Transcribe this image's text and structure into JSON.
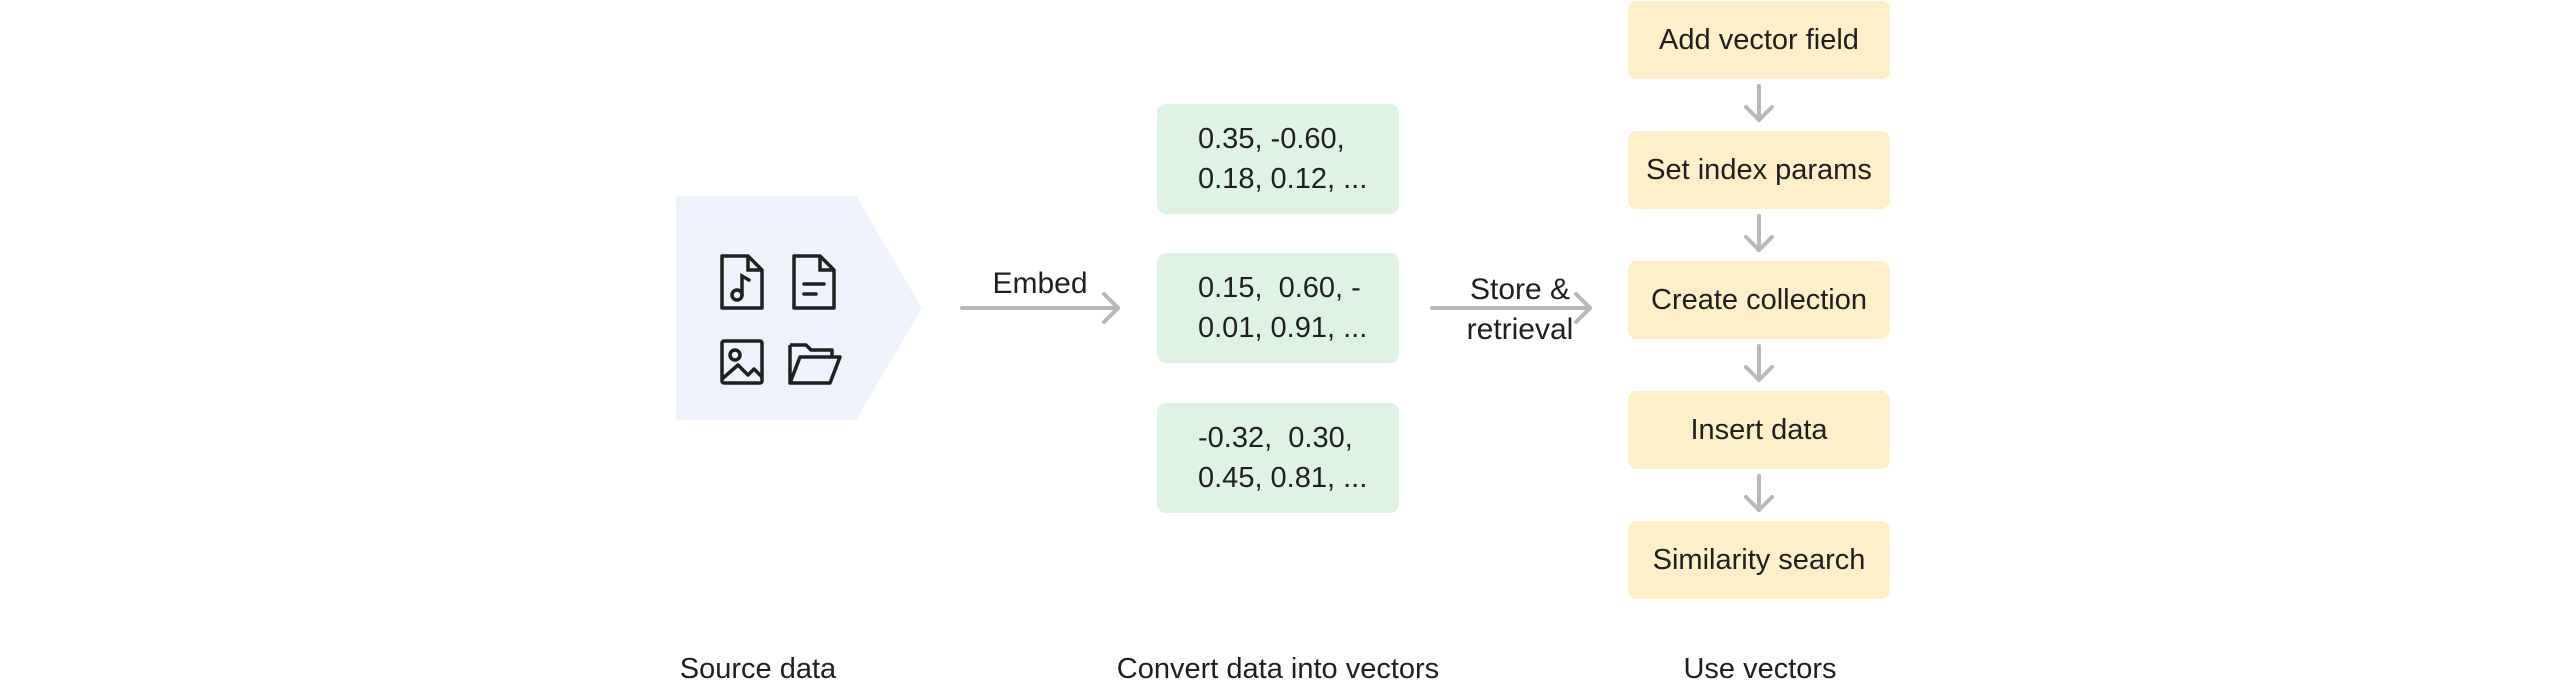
{
  "colors": {
    "source_fill": "#eef2fb",
    "vector_fill": "#dff3e4",
    "step_fill": "#fdefc8",
    "arrow": "#b8b8b8",
    "text": "#1f1f1f"
  },
  "source": {
    "icons": [
      "music-file-icon",
      "text-file-icon",
      "image-file-icon",
      "folder-icon"
    ]
  },
  "arrows": {
    "embed_label": "Embed",
    "store_label_line1": "Store &",
    "store_label_line2": "retrieval"
  },
  "vectors": [
    {
      "line1": "0.35, -0.60,",
      "line2": "0.18, 0.12, ..."
    },
    {
      "line1": "0.15,  0.60, -",
      "line2": "0.01, 0.91, ..."
    },
    {
      "line1": "-0.32,  0.30,",
      "line2": "0.45, 0.81, ..."
    }
  ],
  "steps": [
    "Add vector field",
    "Set index params",
    "Create collection",
    "Insert data",
    "Similarity search"
  ],
  "sections": {
    "source_label": "Source data",
    "convert_label": "Convert data into vectors",
    "use_label": "Use vectors"
  }
}
